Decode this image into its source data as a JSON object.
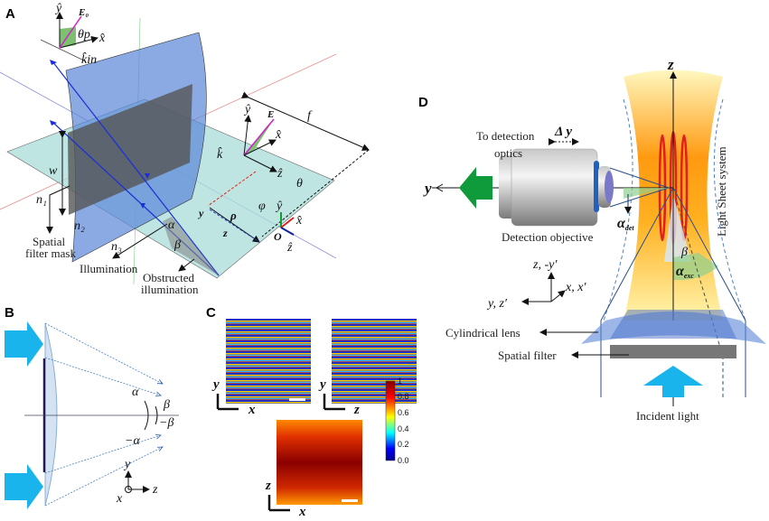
{
  "panels": {
    "a": "A",
    "b": "B",
    "c": "C",
    "d": "D"
  },
  "panel_a": {
    "labels": {
      "y_hat": "ŷ",
      "e0": "E₀",
      "theta_p": "θp",
      "x_hat": "x̂",
      "k_in": "k̂in",
      "e": "E",
      "y_hat2": "ŷ",
      "x_hat2": "x̂",
      "k_hat": "k̂",
      "z_hat": "ẑ",
      "f": "f",
      "w": "w",
      "theta": "θ",
      "phi": "φ",
      "y": "y",
      "rho": "ρ",
      "z": "z",
      "o": "O",
      "y_hat3": "ŷ",
      "x_hat3": "x̂",
      "z_hat3": "ẑ",
      "n1": "n₁",
      "n2": "n₂",
      "n3": "n₃",
      "alpha": "α",
      "beta": "β"
    },
    "spatial_filter_mask": [
      "Spatial",
      "filter mask"
    ],
    "illumination": "Illumination",
    "obstructed": [
      "Obstructed",
      "illumination"
    ]
  },
  "panel_b": {
    "alpha": "α",
    "neg_alpha": "−α",
    "beta": "β",
    "neg_beta": "−β",
    "y": "y",
    "x": "x",
    "z": "z"
  },
  "panel_c": {
    "axes": [
      [
        "y",
        "x"
      ],
      [
        "y",
        "z"
      ],
      [
        "z",
        "x"
      ]
    ],
    "colorbar_ticks": [
      "1",
      "0.8",
      "0.6",
      "0.4",
      "0.2",
      "0.0"
    ]
  },
  "panel_d": {
    "to_detection": [
      "To detection",
      "optics"
    ],
    "delta_y": "Δ y",
    "y_axis": "y",
    "z_axis": "z",
    "detection_objective": "Detection objective",
    "alpha_det": "α",
    "alpha_det_sub": "det",
    "light_sheet": "Light Sheet system",
    "beta": "β",
    "alpha_exc": "α",
    "alpha_exc_sub": "exc",
    "coord_z": "z, -y′",
    "coord_x": "x, x′",
    "coord_y": "y, z′",
    "cylindrical_lens": "Cylindrical lens",
    "spatial_filter": "Spatial filter",
    "incident_light": "Incident light"
  }
}
